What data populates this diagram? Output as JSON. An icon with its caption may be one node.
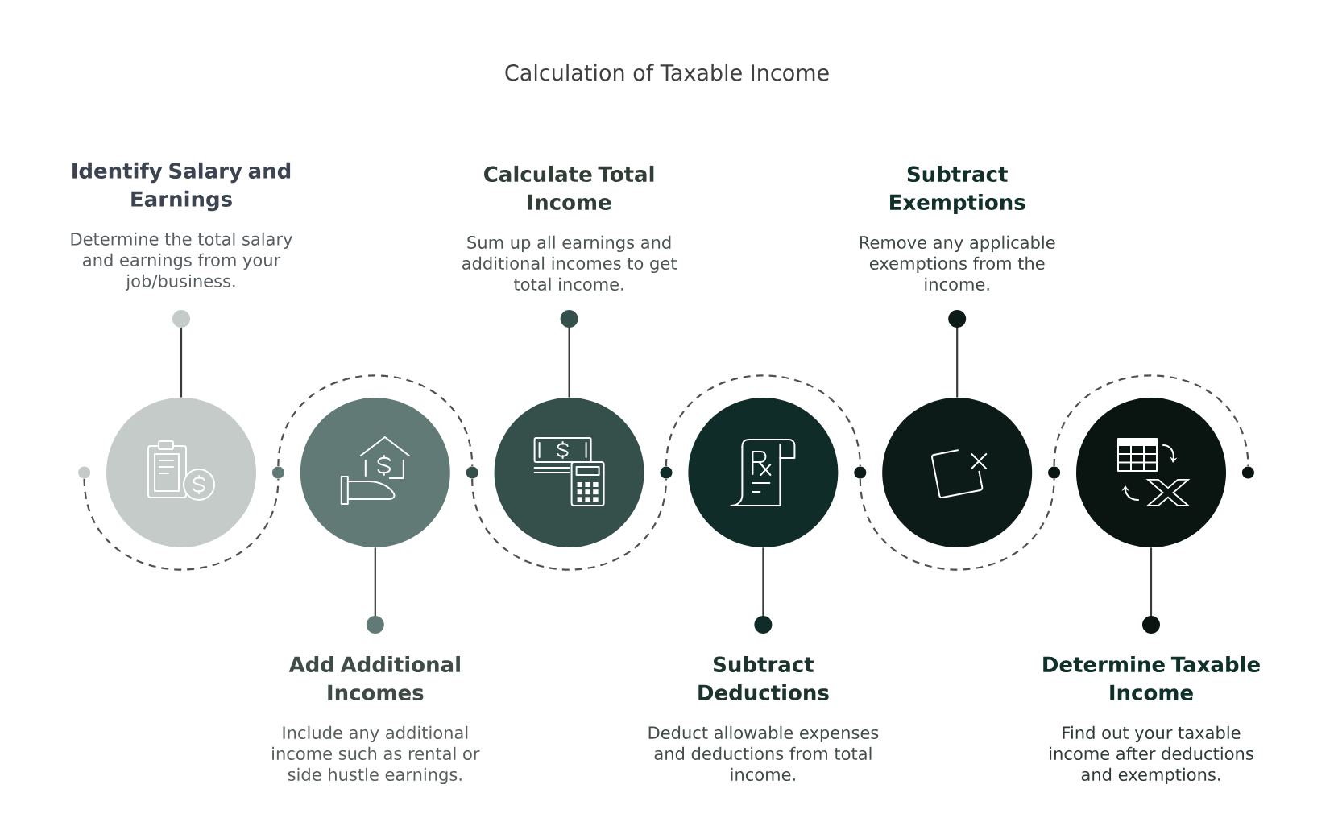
{
  "diagram": {
    "title": "Calculation of Taxable Income",
    "nodes": [
      {
        "text": [
          "Identify Salary and Earnings",
          "Determine the total salary and earnings from your job/business."
        ]
      },
      {
        "text": [],
        "shape": "circle"
      },
      {
        "text": [
          "Add Additional Incomes",
          "Include any additional income such as rental or side hustle earnings."
        ]
      },
      {
        "text": [],
        "shape": "circle"
      },
      {
        "text": [
          "Calculate Total Income",
          "Sum up all earnings and additional incomes to get total income."
        ]
      },
      {
        "text": [],
        "shape": "circle"
      },
      {
        "text": [
          "Subtract Deductions",
          "Deduct allowable expenses and deductions from total income."
        ]
      },
      {
        "text": [],
        "shape": "circle"
      },
      {
        "text": [
          "Subtract Exemptions",
          "Remove any applicable exemptions from the income."
        ]
      },
      {
        "text": [],
        "shape": "circle"
      },
      {
        "text": [
          "Determine Taxable Income",
          "Find out your taxable income after deductions and exemptions."
        ]
      },
      {
        "text": [],
        "shape": "circle"
      },
      {
        "text": [],
        "shape": "dot"
      },
      {
        "text": [],
        "shape": "dot"
      },
      {
        "text": [],
        "shape": "dot"
      },
      {
        "text": [],
        "shape": "dot"
      },
      {
        "text": [],
        "shape": "dot"
      },
      {
        "text": [],
        "shape": "dot"
      },
      {
        "text": [],
        "shape": "dot"
      }
    ],
    "edges": [
      {
        "from": 0,
        "to": 1,
        "arrow": "other"
      },
      {
        "from": 2,
        "to": 3,
        "arrow": "other"
      },
      {
        "from": 4,
        "to": 5,
        "arrow": "other"
      },
      {
        "from": 6,
        "to": 7,
        "arrow": "other"
      },
      {
        "from": 8,
        "to": 9,
        "arrow": "other"
      },
      {
        "from": 10,
        "to": 11,
        "arrow": "other"
      },
      {
        "from": 12,
        "to": 13,
        "arrow": "none",
        "style": "dashed"
      },
      {
        "from": 13,
        "to": 14,
        "arrow": "none",
        "style": "dashed"
      },
      {
        "from": 14,
        "to": 15,
        "arrow": "none",
        "style": "dashed"
      },
      {
        "from": 15,
        "to": 16,
        "arrow": "none",
        "style": "dashed"
      },
      {
        "from": 16,
        "to": 17,
        "arrow": "none",
        "style": "dashed"
      },
      {
        "from": 17,
        "to": 18,
        "arrow": "none",
        "style": "dashed"
      }
    ]
  }
}
